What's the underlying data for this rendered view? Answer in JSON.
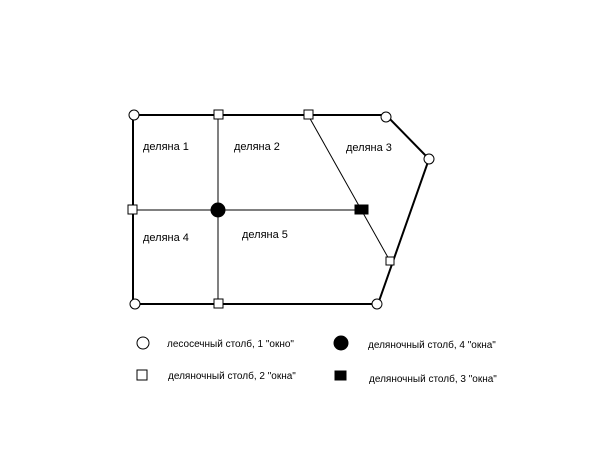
{
  "colors": {
    "stroke": "#000000",
    "fill_dark": "#000000",
    "fill_light": "#ffffff"
  },
  "plots": [
    {
      "id": "plot-1",
      "label": "деляна 1"
    },
    {
      "id": "plot-2",
      "label": "деляна 2"
    },
    {
      "id": "plot-3",
      "label": "деляна 3"
    },
    {
      "id": "plot-4",
      "label": "деляна 4"
    },
    {
      "id": "plot-5",
      "label": "деляна 5"
    }
  ],
  "legend": [
    {
      "icon": "open-circle-icon",
      "label": "лесосечный столб, 1 \"окно\""
    },
    {
      "icon": "filled-circle-icon",
      "label": "деляночный столб, 4 \"окна\""
    },
    {
      "icon": "open-square-icon",
      "label": "деляночный столб, 2 \"окна\""
    },
    {
      "icon": "filled-square-icon",
      "label": "деляночный столб, 3 \"окна\""
    }
  ]
}
